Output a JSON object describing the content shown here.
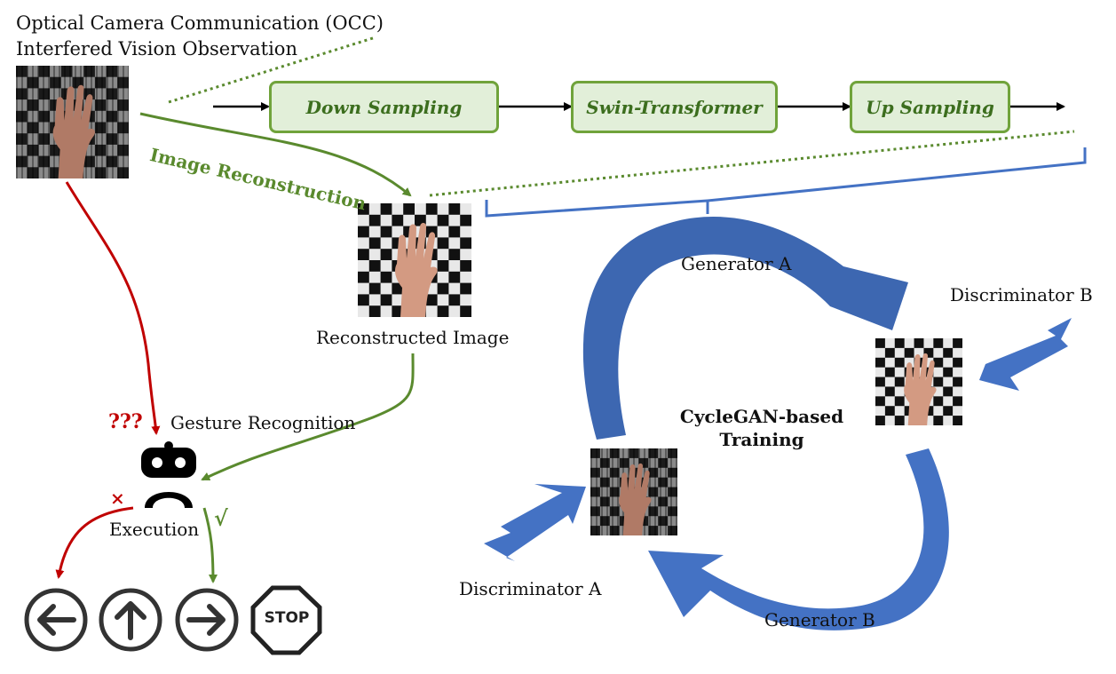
{
  "input": {
    "title_line1": "Optical Camera Communication (OCC)",
    "title_line2": "Interfered Vision Observation"
  },
  "pipeline": {
    "stages": [
      "Down Sampling",
      "Swin-Transformer",
      "Up Sampling"
    ],
    "arrow_label": "Image Reconstruction"
  },
  "reconstructed": {
    "label": "Reconstructed Image"
  },
  "recognition": {
    "label": "Gesture Recognition",
    "question_marks": "???",
    "execution_label": "Execution",
    "wrong_mark": "×",
    "right_mark": "√"
  },
  "cyclegan": {
    "title_line1": "CycleGAN-based",
    "title_line2": "Training",
    "generator_a": "Generator A",
    "generator_b": "Generator B",
    "discriminator_a": "Discriminator A",
    "discriminator_b": "Discriminator B"
  },
  "commands": [
    {
      "icon": "arrow-left-icon"
    },
    {
      "icon": "arrow-up-icon"
    },
    {
      "icon": "arrow-right-icon"
    },
    {
      "icon": "stop-sign-icon",
      "text": "STOP"
    }
  ],
  "colors": {
    "green_line": "#5a8a2e",
    "red_line": "#c00000",
    "blue_arrow": "#4472c4",
    "blue_arrow_dark": "#2f5597",
    "stage_fill": "#e2efd9",
    "stage_border": "#70a33b"
  }
}
